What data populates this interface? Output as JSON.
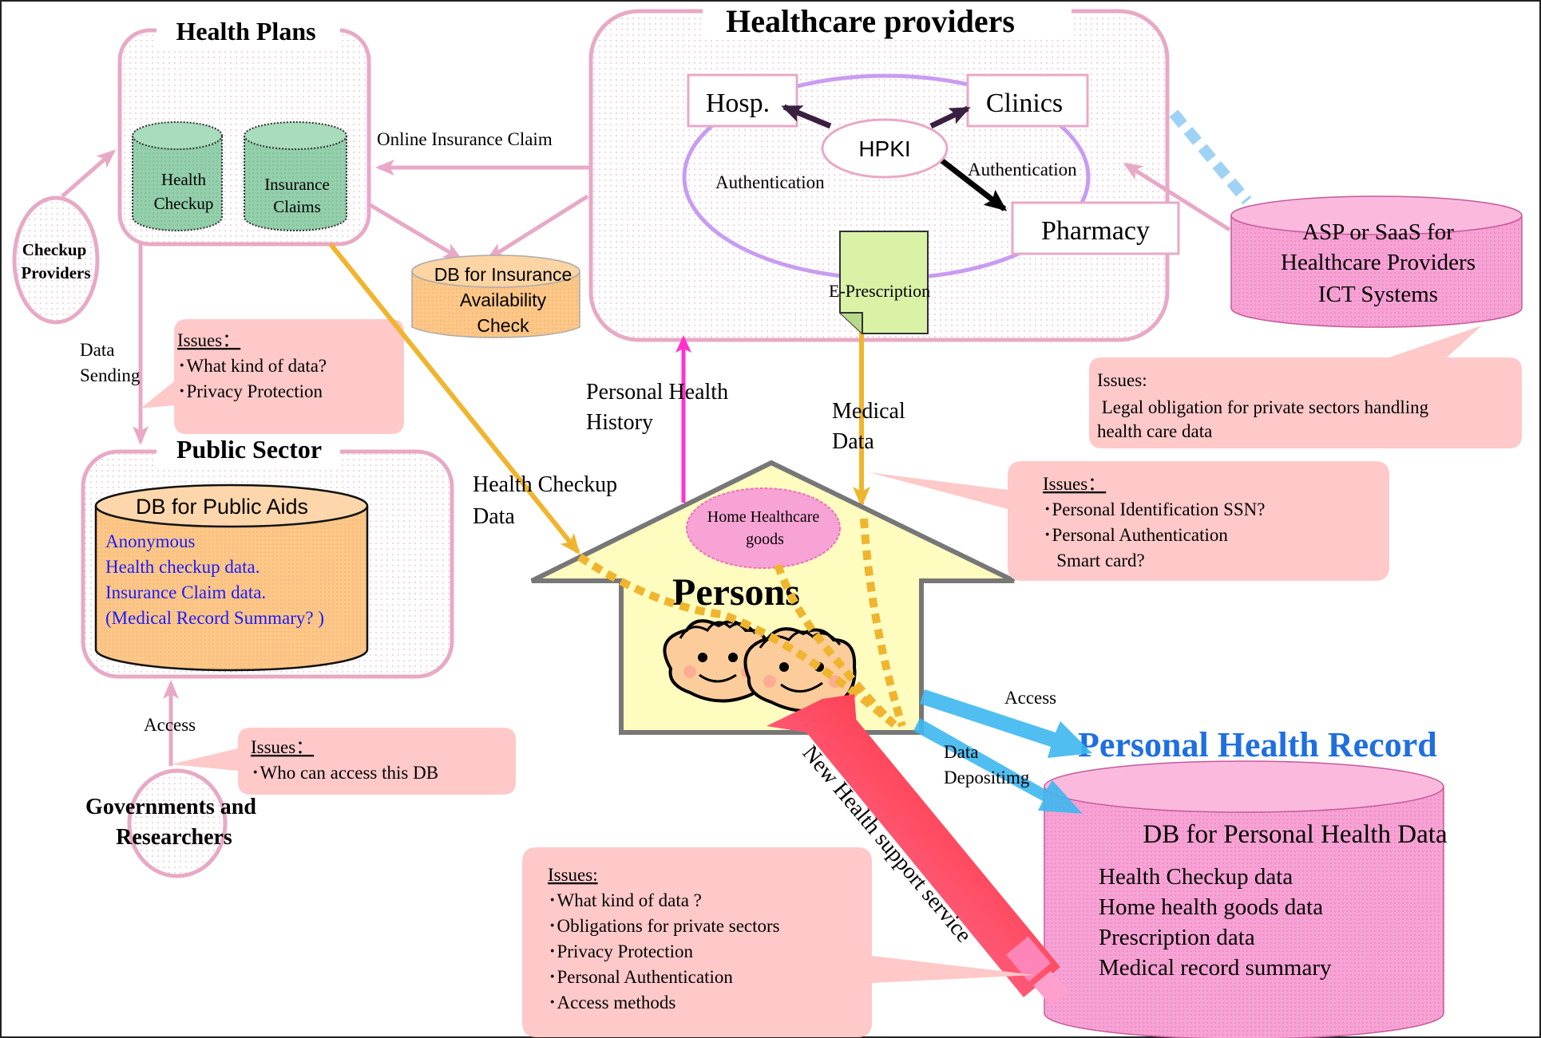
{
  "health_plans": {
    "title": "Health Plans",
    "db_health_checkup": [
      "Health",
      "Checkup"
    ],
    "db_insurance_claims": [
      "Insurance",
      "Claims"
    ]
  },
  "checkup_providers": [
    "Checkup",
    "Providers"
  ],
  "healthcare_providers": {
    "title": "Healthcare providers",
    "hosp": "Hosp.",
    "clinics": "Clinics",
    "pharmacy": "Pharmacy",
    "hpki": "HPKI",
    "authentication_left": "Authentication",
    "authentication_right": "Authentication",
    "e_prescription": "E-Prescription"
  },
  "asp_saas": [
    "ASP or SaaS for",
    "Healthcare Providers",
    "ICT Systems"
  ],
  "online_insurance_claim": "Online Insurance Claim",
  "db_insurance_check": [
    "DB for Insurance",
    "Availability",
    "Check"
  ],
  "data_sending": [
    "Data",
    "Sending"
  ],
  "issues_privacy": {
    "title": "Issues：",
    "lines": [
      "･What kind of data?",
      "･Privacy Protection"
    ]
  },
  "issues_legal": {
    "title": "Issues:",
    "lines": [
      " Legal obligation for private sectors handling",
      "health care data"
    ]
  },
  "public_sector": {
    "title": "Public Sector",
    "db_title": "DB for Public Aids",
    "db_lines": [
      "Anonymous",
      "Health checkup data.",
      "Insurance Claim data.",
      "(Medical Record Summary? )"
    ],
    "db_text_color": "#1a1aff"
  },
  "personal_health_history": [
    "Personal Health",
    "History"
  ],
  "medical_data": [
    "Medical",
    "Data"
  ],
  "health_checkup_data": [
    "Health Checkup",
    "Data"
  ],
  "persons": {
    "title": "Persons",
    "home_goods": [
      "Home Healthcare",
      "goods"
    ]
  },
  "issues_identification": {
    "title": "Issues：",
    "lines": [
      "･Personal Identification SSN?",
      "･Personal Authentication",
      "   Smart card?"
    ]
  },
  "access_label": "Access",
  "data_depositing": [
    "Data",
    "Depositimg"
  ],
  "phr": {
    "title": "Personal Health Record",
    "title_color": "#1f6fe0",
    "db_title": "DB for Personal Health Data",
    "db_lines": [
      "Health Checkup data",
      "Home health goods data",
      "Prescription data",
      "Medical record summary"
    ]
  },
  "new_health_support": "New Health support service",
  "gov_access": "Access",
  "issues_access": {
    "title": "Issues：",
    "lines": [
      "･Who can access this DB"
    ]
  },
  "governments": [
    "Governments and",
    "Researchers"
  ],
  "issues_bottom": {
    "title": "Issues:",
    "lines": [
      "･What kind of data ?",
      "･Obligations for private sectors",
      "･Privacy Protection",
      "･Personal Authentication",
      "･Access methods"
    ]
  },
  "colors": {
    "pink_line": "#e8a9c6",
    "green_db": "#8fc9a6",
    "orange_db": "#fbc17f",
    "magenta_db": "#f59bd0",
    "callout": "#ffc9c9",
    "gold_arrow": "#f0b52e",
    "magenta_arrow": "#ff33cc",
    "lilac_ring": "#c89cf2",
    "cyan_arrow": "#3db7ee",
    "red_arrow": "#ff2a2a"
  }
}
